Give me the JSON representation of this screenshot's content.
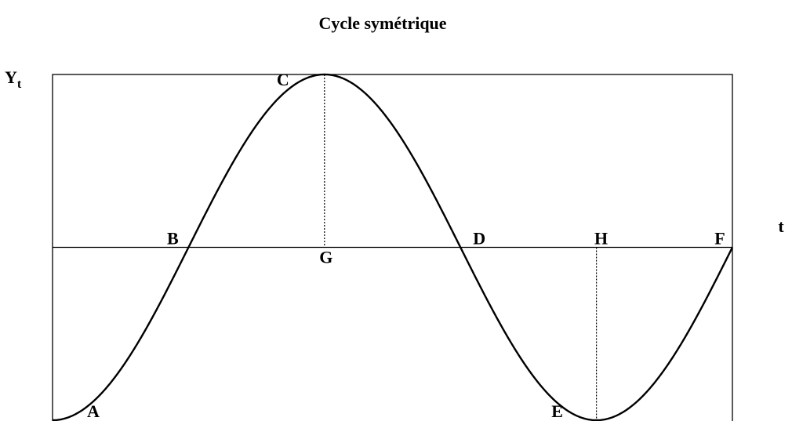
{
  "chart_data": {
    "type": "line",
    "title": "Cycle symétrique",
    "ylabel": "Y",
    "ylabel_subscript": "t",
    "xlabel": "t",
    "grid": false,
    "xlim": [
      0,
      1.25
    ],
    "ylim": [
      -1,
      1
    ],
    "series": [
      {
        "function": "-cos(2*pi*x)",
        "x_start": 0,
        "x_end": 1.25
      }
    ],
    "points": [
      {
        "label": "A",
        "x": 0,
        "y": -1
      },
      {
        "label": "B",
        "x": 0.25,
        "y": 0
      },
      {
        "label": "C",
        "x": 0.5,
        "y": 1
      },
      {
        "label": "G",
        "x": 0.5,
        "y": 0
      },
      {
        "label": "D",
        "x": 0.75,
        "y": 0
      },
      {
        "label": "E",
        "x": 1.0,
        "y": -1
      },
      {
        "label": "H",
        "x": 1.0,
        "y": 0
      },
      {
        "label": "F",
        "x": 1.25,
        "y": 0
      }
    ],
    "reference_lines": [
      {
        "from": "C",
        "to": "G",
        "style": "dotted"
      },
      {
        "from": "H",
        "to": "E",
        "style": "dotted"
      }
    ]
  }
}
